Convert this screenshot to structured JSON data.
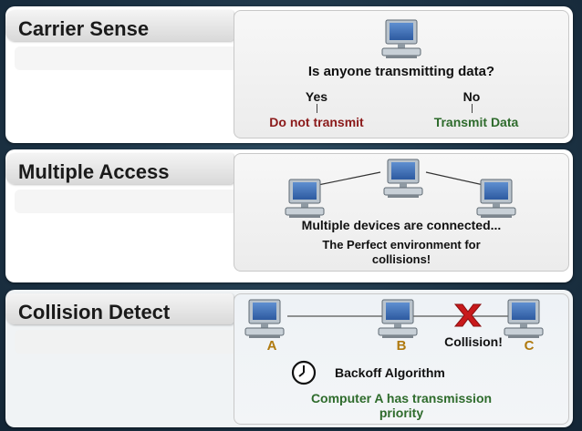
{
  "sections": [
    {
      "title": "Carrier Sense",
      "question": "Is anyone transmitting data?",
      "option_yes": "Yes",
      "option_no": "No",
      "yes_result": "Do not transmit",
      "no_result": "Transmit Data"
    },
    {
      "title": "Multiple Access",
      "line1": "Multiple devices are connected...",
      "line2": "The Perfect environment for",
      "line3": "collisions!"
    },
    {
      "title": "Collision Detect",
      "label_a": "A",
      "label_b": "B",
      "label_c": "C",
      "collision_text": "Collision!",
      "backoff": "Backoff Algorithm",
      "priority_line1": "Computer A has transmission",
      "priority_line2": "priority"
    }
  ],
  "colors": {
    "no_color": "#8b1a1a",
    "yes_color": "#2e6b2c",
    "label_color": "#b07a10",
    "collision_x": "#c8191b"
  },
  "icons": [
    "computer-icon",
    "clock-icon",
    "collision-x-icon"
  ]
}
